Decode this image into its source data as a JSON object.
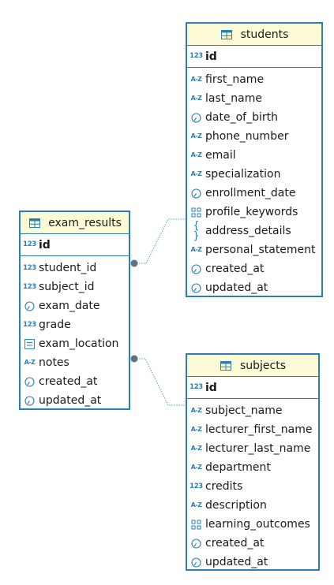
{
  "entities": {
    "students": {
      "title": "students",
      "pk": {
        "name": "id",
        "icon": "number-type-icon"
      },
      "columns": [
        {
          "name": "first_name",
          "icon": "string-type-icon"
        },
        {
          "name": "last_name",
          "icon": "string-type-icon"
        },
        {
          "name": "date_of_birth",
          "icon": "date-type-icon"
        },
        {
          "name": "phone_number",
          "icon": "string-type-icon"
        },
        {
          "name": "email",
          "icon": "string-type-icon"
        },
        {
          "name": "specialization",
          "icon": "string-type-icon"
        },
        {
          "name": "enrollment_date",
          "icon": "date-type-icon"
        },
        {
          "name": "profile_keywords",
          "icon": "array-type-icon"
        },
        {
          "name": "address_details",
          "icon": "json-type-icon"
        },
        {
          "name": "personal_statement",
          "icon": "string-type-icon"
        },
        {
          "name": "created_at",
          "icon": "date-type-icon"
        },
        {
          "name": "updated_at",
          "icon": "date-type-icon"
        }
      ]
    },
    "exam_results": {
      "title": "exam_results",
      "pk": {
        "name": "id",
        "icon": "number-type-icon"
      },
      "columns": [
        {
          "name": "student_id",
          "icon": "number-type-icon"
        },
        {
          "name": "subject_id",
          "icon": "number-type-icon"
        },
        {
          "name": "exam_date",
          "icon": "date-type-icon"
        },
        {
          "name": "grade",
          "icon": "number-type-icon"
        },
        {
          "name": "exam_location",
          "icon": "text-type-icon"
        },
        {
          "name": "notes",
          "icon": "string-type-icon"
        },
        {
          "name": "created_at",
          "icon": "date-type-icon"
        },
        {
          "name": "updated_at",
          "icon": "date-type-icon"
        }
      ]
    },
    "subjects": {
      "title": "subjects",
      "pk": {
        "name": "id",
        "icon": "number-type-icon"
      },
      "columns": [
        {
          "name": "subject_name",
          "icon": "string-type-icon"
        },
        {
          "name": "lecturer_first_name",
          "icon": "string-type-icon"
        },
        {
          "name": "lecturer_last_name",
          "icon": "string-type-icon"
        },
        {
          "name": "department",
          "icon": "string-type-icon"
        },
        {
          "name": "credits",
          "icon": "number-type-icon"
        },
        {
          "name": "description",
          "icon": "string-type-icon"
        },
        {
          "name": "learning_outcomes",
          "icon": "array-type-icon"
        },
        {
          "name": "created_at",
          "icon": "date-type-icon"
        },
        {
          "name": "updated_at",
          "icon": "date-type-icon"
        }
      ]
    }
  },
  "relationships": [
    {
      "from": "exam_results.student_id",
      "to": "students.id"
    },
    {
      "from": "exam_results.subject_id",
      "to": "subjects.id"
    }
  ],
  "icon_glyphs": {
    "number": "123",
    "string": "A-Z",
    "json": "{ }"
  },
  "colors": {
    "border": "#2a7fb8",
    "header_bg": "#fdfbd6",
    "link": "#4f9fce",
    "dot": "#5a7386"
  }
}
